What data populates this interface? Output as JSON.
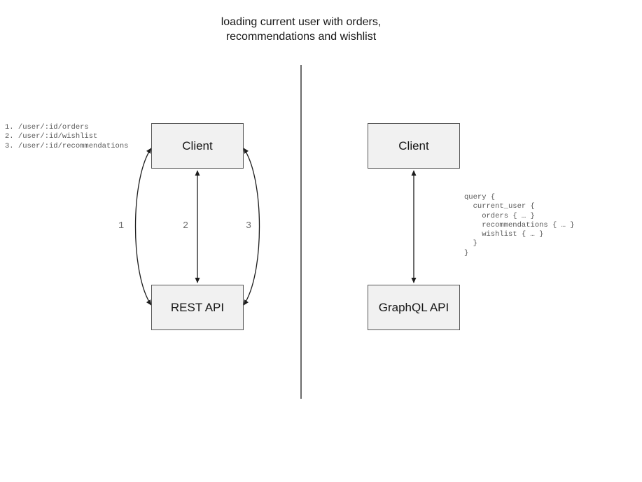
{
  "title": {
    "text": "loading current user with orders,\nrecommendations and wishlist"
  },
  "left_panel": {
    "client_label": "Client",
    "api_label": "REST API",
    "endpoints": [
      "1. /user/:id/orders",
      "2. /user/:id/wishlist",
      "3. /user/:id/recommendations"
    ],
    "arrow_labels": [
      "1",
      "2",
      "3"
    ]
  },
  "right_panel": {
    "client_label": "Client",
    "api_label": "GraphQL API",
    "query_lines": [
      "query {",
      "  current_user {",
      "    orders { … }",
      "    recommendations { … }",
      "    wishlist { … }",
      "  }",
      "}"
    ]
  },
  "colors": {
    "box_fill": "#f1f1f1",
    "box_border": "#565656",
    "arrow": "#1c1c1c",
    "divider": "#6b6b6b",
    "muted_text": "#595959",
    "label_gray": "#6e6e6e"
  }
}
